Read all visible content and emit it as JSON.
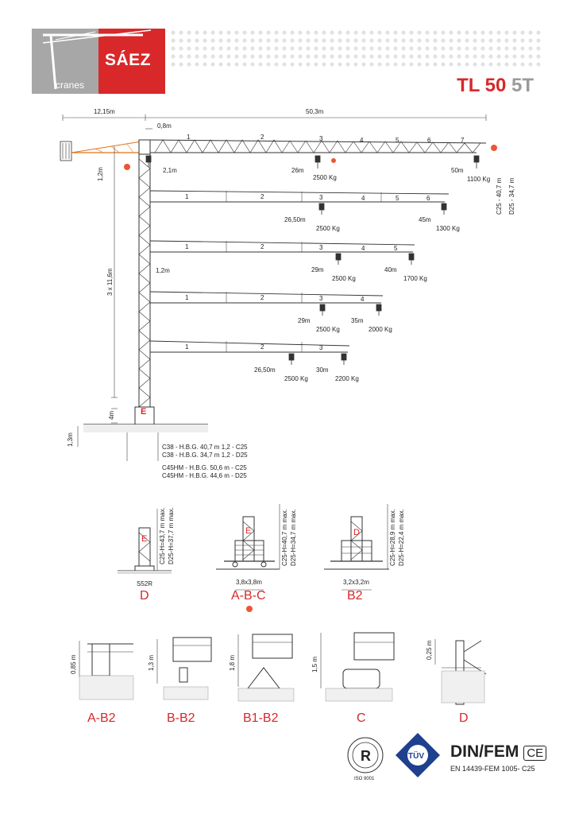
{
  "header": {
    "brand": "SÁEZ",
    "brand_sub": "cranes",
    "model_name": "TL 50",
    "model_capacity": "5T"
  },
  "elevation": {
    "counterjib_length": "12,15m",
    "jib_length": "50,3m",
    "offset_top": "0,8m",
    "offset_cab": "2,1m",
    "pivot_height": "1,2m",
    "mast_sections": "3 x 11,6m",
    "offset_mid": "1,2m",
    "base_section": "4m",
    "foundation": "1,3m",
    "radius_labels": [
      "C25 - 40,7 m",
      "D25 - 34,7 m"
    ],
    "configurations": [
      {
        "segments": [
          "1",
          "2",
          "3",
          "4",
          "5",
          "6",
          "7"
        ],
        "inner_radius": "26m",
        "inner_load": "2500 Kg",
        "tip_radius": "50m",
        "tip_load": "1100 Kg"
      },
      {
        "segments": [
          "1",
          "2",
          "3",
          "4",
          "5",
          "6"
        ],
        "inner_radius": "26,50m",
        "inner_load": "2500 Kg",
        "tip_radius": "45m",
        "tip_load": "1300 Kg"
      },
      {
        "segments": [
          "1",
          "2",
          "3",
          "4",
          "5"
        ],
        "inner_radius": "29m",
        "inner_load": "2500 Kg",
        "tip_radius": "40m",
        "tip_load": "1700 Kg"
      },
      {
        "segments": [
          "1",
          "2",
          "3",
          "4"
        ],
        "inner_radius": "29m",
        "inner_load": "2500 Kg",
        "tip_radius": "35m",
        "tip_load": "2000 Kg"
      },
      {
        "segments": [
          "1",
          "2",
          "3"
        ],
        "inner_radius": "26,50m",
        "inner_load": "2500 Kg",
        "tip_radius": "30m",
        "tip_load": "2200 Kg"
      }
    ],
    "mast_letter": "E",
    "hbg_lines": [
      "C38 - H.B.G. 40,7 m 1,2 - C25",
      "C38 - H.B.G. 34,7 m 1,2 - D25",
      "C45HM - H.B.G. 50,6 m - C25",
      "C45HM - H.B.G. 44,6 m - D25"
    ]
  },
  "bases": [
    {
      "letter": "E",
      "label": "D",
      "sub": "S52R",
      "dim": "",
      "heights": [
        "C25-H=43,7 m max.",
        "D25-H=37,7 m max."
      ]
    },
    {
      "letter": "E",
      "label": "A-B-C",
      "sub": "",
      "dim": "3,8x3,8m",
      "heights": [
        "C25-H=40,7 m max.",
        "D25-H=34,7 m max."
      ]
    },
    {
      "letter": "D",
      "label": "B2",
      "sub": "",
      "dim": "3,2x3,2m",
      "heights": [
        "C25-H=28,9 m max.",
        "D25-H=22,4 m max."
      ]
    }
  ],
  "details": [
    {
      "label": "A-B2",
      "dim": "0,85 m"
    },
    {
      "label": "B-B2",
      "dim": "1,3 m"
    },
    {
      "label": "B1-B2",
      "dim": "1,8 m"
    },
    {
      "label": "C",
      "dim": "1,5 m"
    },
    {
      "label": "D",
      "dim": "0,25 m"
    }
  ],
  "certifications": {
    "iso_text": "ISO 9001",
    "tuv": "TÜV",
    "din_fem": "DIN/FEM",
    "ce": "CE",
    "standard": "EN 14439-FEM 1005- C25"
  },
  "colors": {
    "brand_red": "#d8282a",
    "logo_gray": "#a7a7a7",
    "tuv_blue": "#1f3f8f"
  }
}
